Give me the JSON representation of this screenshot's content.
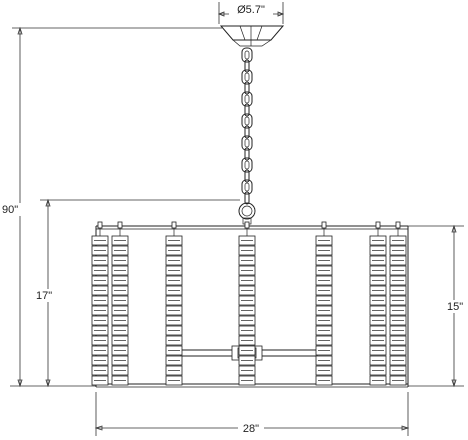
{
  "dimensions": {
    "canopy_diameter": "Ø5.7\"",
    "overall_height": "90\"",
    "fixture_height": "17\"",
    "shade_height": "15\"",
    "width": "28\""
  }
}
